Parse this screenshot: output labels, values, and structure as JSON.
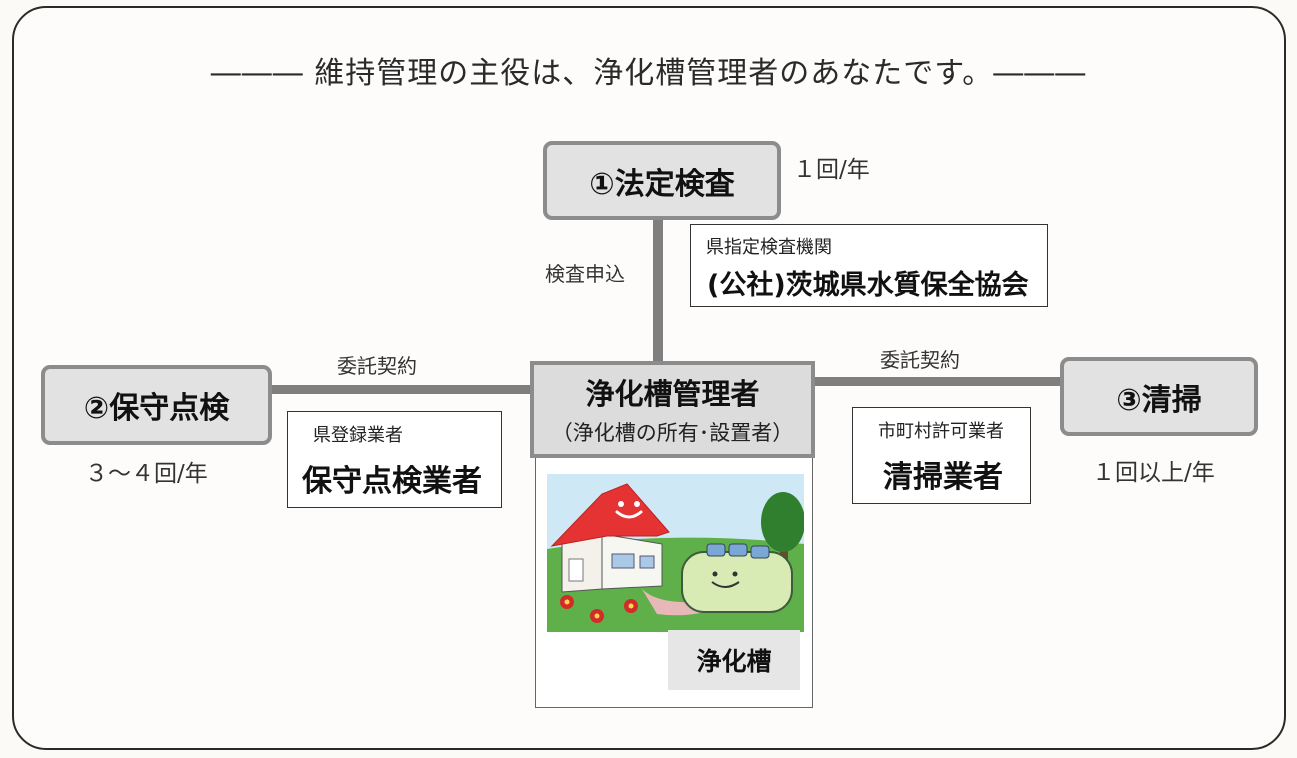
{
  "title": "――― 維持管理の主役は、浄化槽管理者のあなたです。―――",
  "nodes": {
    "inspection": "①法定検査",
    "maintenance": "②保守点検",
    "cleaning": "③清掃",
    "manager_title": "浄化槽管理者",
    "manager_sub": "（浄化槽の所有･設置者）"
  },
  "frequencies": {
    "inspection": "１回/年",
    "maintenance": "３～４回/年",
    "cleaning": "１回以上/年"
  },
  "edge_labels": {
    "inspection": "検査申込",
    "maintenance": "委託契約",
    "cleaning": "委託契約"
  },
  "boxes": {
    "inspection_small": "県指定検査機関",
    "inspection_big": "(公社)茨城県水質保全協会",
    "maintenance_small": "県登録業者",
    "maintenance_big": "保守点検業者",
    "cleaning_small": "市町村許可業者",
    "cleaning_big": "清掃業者"
  },
  "illustration_label": "浄化槽",
  "colors": {
    "node_fill": "#e2e2e2",
    "node_border": "#8c8c8c",
    "connector": "#7f7f7f",
    "roof": "#e53333",
    "grass": "#5fb04a",
    "sky": "#cfe8f6",
    "tank": "#d8ebb4"
  }
}
